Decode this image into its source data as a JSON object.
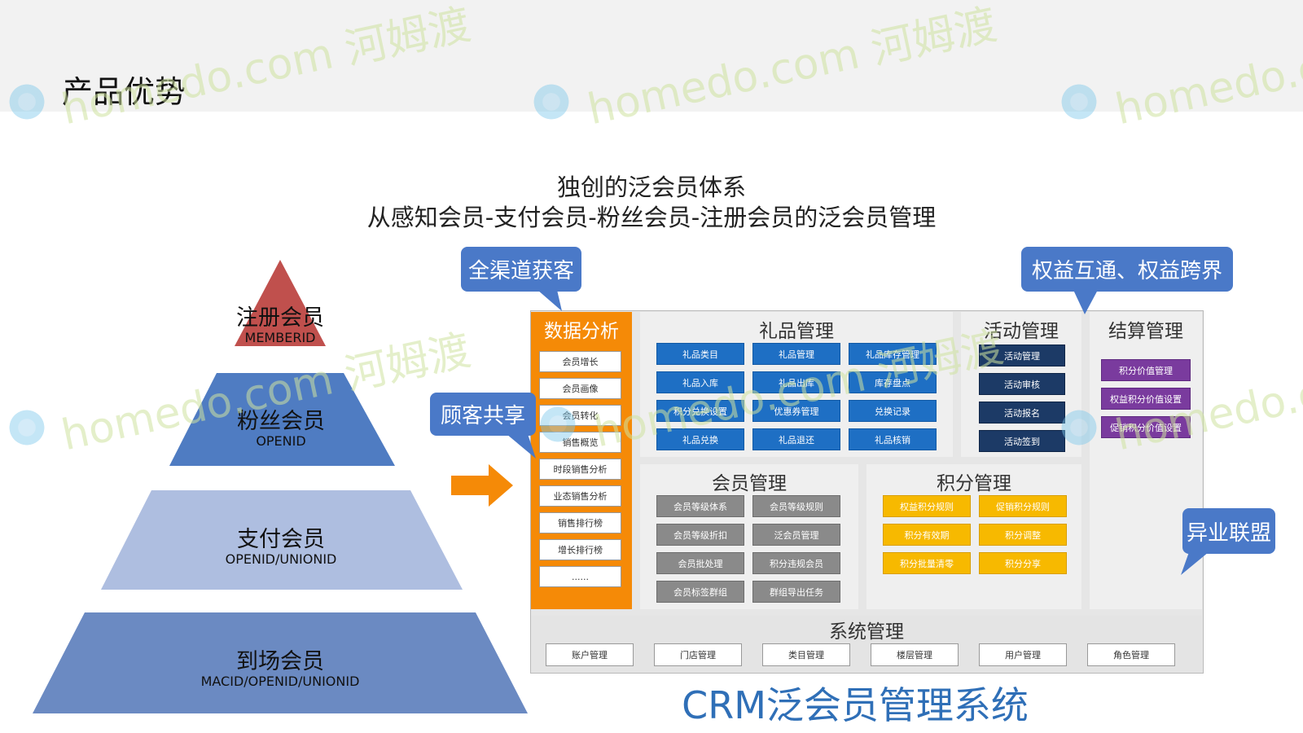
{
  "header": {
    "title": "产品优势"
  },
  "subtitle": {
    "line1": "独创的泛会员体系",
    "line2": "从感知会员-支付会员-粉丝会员-注册会员的泛会员管理"
  },
  "pyramid": [
    {
      "name": "注册会员",
      "id": "MEMBERID",
      "color": "#c0504d"
    },
    {
      "name": "粉丝会员",
      "id": "OPENID",
      "color": "#4f7cc2"
    },
    {
      "name": "支付会员",
      "id": "OPENID/UNIONID",
      "color": "#aebee0"
    },
    {
      "name": "到场会员",
      "id": "MACID/OPENID/UNIONID",
      "color": "#6b8ac2"
    }
  ],
  "callouts": {
    "all_channel": "全渠道获客",
    "customer_share": "顾客共享",
    "rights": "权益互通、权益跨界",
    "alliance": "异业联盟"
  },
  "crm": {
    "title": "CRM泛会员管理系统",
    "data_analysis": {
      "title": "数据分析",
      "items": [
        "会员增长",
        "会员画像",
        "会员转化",
        "销售概览",
        "时段销售分析",
        "业态销售分析",
        "销售排行榜",
        "增长排行榜",
        "......"
      ]
    },
    "gift": {
      "title": "礼品管理",
      "items": [
        "礼品类目",
        "礼品管理",
        "礼品库存管理",
        "礼品入库",
        "礼品出库",
        "库存盘点",
        "积分兑换设置",
        "优惠券管理",
        "兑换记录",
        "礼品兑换",
        "礼品退还",
        "礼品核销"
      ]
    },
    "activity": {
      "title": "活动管理",
      "items": [
        "活动管理",
        "活动审核",
        "活动报名",
        "活动签到"
      ]
    },
    "settlement": {
      "title": "结算管理",
      "items": [
        "积分价值管理",
        "权益积分价值设置",
        "促销积分价值设置"
      ]
    },
    "member": {
      "title": "会员管理",
      "items": [
        "会员等级体系",
        "会员等级规则",
        "会员等级折扣",
        "泛会员管理",
        "会员批处理",
        "积分违规会员",
        "会员标签群组",
        "群组导出任务"
      ]
    },
    "points": {
      "title": "积分管理",
      "items": [
        "权益积分规则",
        "促销积分规则",
        "积分有效期",
        "积分调整",
        "积分批量清零",
        "积分分享"
      ]
    },
    "system": {
      "title": "系统管理",
      "items": [
        "账户管理",
        "门店管理",
        "类目管理",
        "楼层管理",
        "用户管理",
        "角色管理"
      ]
    }
  },
  "watermark": {
    "text": "homedo.com 河姆渡"
  },
  "colors": {
    "accent": "#f58a07",
    "blue": "#4a79c8",
    "title_blue": "#2f6fb7"
  }
}
